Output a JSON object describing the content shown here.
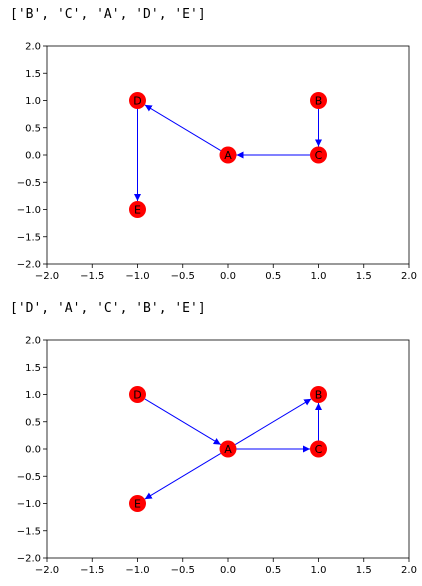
{
  "outputs": [
    "['B', 'C', 'A', 'D', 'E']",
    "['D', 'A', 'C', 'B', 'E']"
  ],
  "colors": {
    "node": "#ff0000",
    "edge": "#0000ff"
  },
  "chart_data": [
    {
      "type": "graph",
      "xlim": [
        -2.0,
        2.0
      ],
      "ylim": [
        -2.0,
        2.0
      ],
      "xticks": [
        "−2.0",
        "−1.5",
        "−1.0",
        "−0.5",
        "0.0",
        "0.5",
        "1.0",
        "1.5",
        "2.0"
      ],
      "yticks": [
        "2.0",
        "1.5",
        "1.0",
        "0.5",
        "0.0",
        "−0.5",
        "−1.0",
        "−1.5",
        "−2.0"
      ],
      "nodes": [
        {
          "id": "D",
          "x": -1,
          "y": 1
        },
        {
          "id": "B",
          "x": 1,
          "y": 1
        },
        {
          "id": "A",
          "x": 0,
          "y": 0
        },
        {
          "id": "C",
          "x": 1,
          "y": 0
        },
        {
          "id": "E",
          "x": -1,
          "y": -1
        }
      ],
      "edges": [
        {
          "from": "B",
          "to": "C"
        },
        {
          "from": "C",
          "to": "A"
        },
        {
          "from": "A",
          "to": "D"
        },
        {
          "from": "D",
          "to": "E"
        }
      ]
    },
    {
      "type": "graph",
      "xlim": [
        -2.0,
        2.0
      ],
      "ylim": [
        -2.0,
        2.0
      ],
      "xticks": [
        "−2.0",
        "−1.5",
        "−1.0",
        "−0.5",
        "0.0",
        "0.5",
        "1.0",
        "1.5",
        "2.0"
      ],
      "yticks": [
        "2.0",
        "1.5",
        "1.0",
        "0.5",
        "0.0",
        "−0.5",
        "−1.0",
        "−1.5",
        "−2.0"
      ],
      "nodes": [
        {
          "id": "D",
          "x": -1,
          "y": 1
        },
        {
          "id": "B",
          "x": 1,
          "y": 1
        },
        {
          "id": "A",
          "x": 0,
          "y": 0
        },
        {
          "id": "C",
          "x": 1,
          "y": 0
        },
        {
          "id": "E",
          "x": -1,
          "y": -1
        }
      ],
      "edges": [
        {
          "from": "D",
          "to": "A"
        },
        {
          "from": "A",
          "to": "C"
        },
        {
          "from": "C",
          "to": "B"
        },
        {
          "from": "A",
          "to": "E"
        },
        {
          "from": "A",
          "to": "B"
        }
      ]
    }
  ]
}
